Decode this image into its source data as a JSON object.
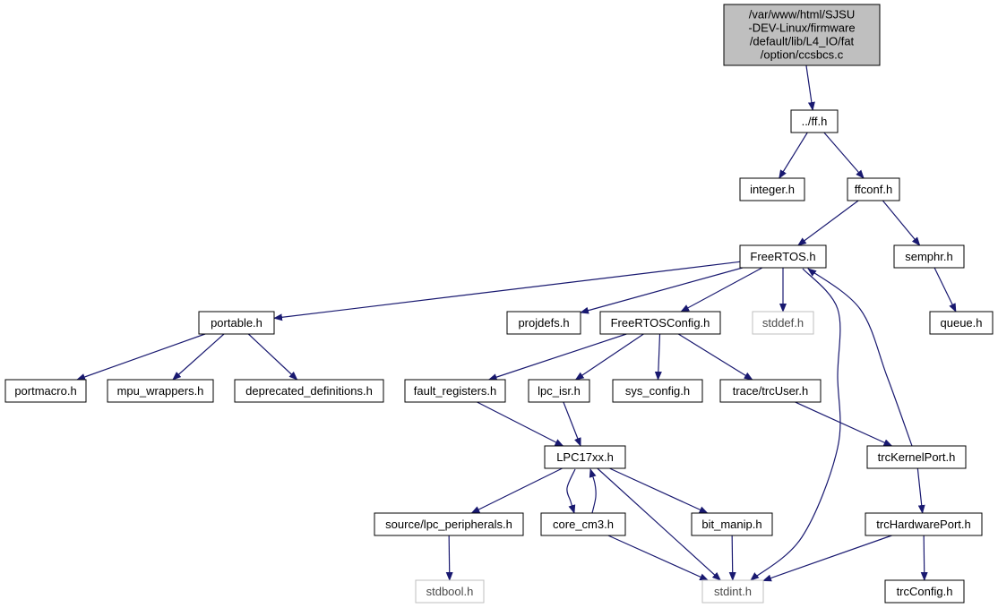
{
  "root_label_lines": [
    "/var/www/html/SJSU",
    "-DEV-Linux/firmware",
    "/default/lib/L4_IO/fat",
    "/option/ccsbcs.c"
  ],
  "colors": {
    "edge": "#191970",
    "node_border": "#000000",
    "root_fill": "#bfbfbf",
    "missing_border": "#bfbfbf",
    "node_fill": "#ffffff"
  },
  "nodes": [
    {
      "id": "root",
      "label": "/var/www/html/SJSU-DEV-Linux/firmware/default/lib/L4_IO/fat/option/ccsbcs.c",
      "kind": "root"
    },
    {
      "id": "ff",
      "label": "../ff.h",
      "kind": "file"
    },
    {
      "id": "integer",
      "label": "integer.h",
      "kind": "file"
    },
    {
      "id": "ffconf",
      "label": "ffconf.h",
      "kind": "file"
    },
    {
      "id": "freertos",
      "label": "FreeRTOS.h",
      "kind": "file"
    },
    {
      "id": "semphr",
      "label": "semphr.h",
      "kind": "file"
    },
    {
      "id": "queue",
      "label": "queue.h",
      "kind": "file"
    },
    {
      "id": "portable",
      "label": "portable.h",
      "kind": "file"
    },
    {
      "id": "projdefs",
      "label": "projdefs.h",
      "kind": "file"
    },
    {
      "id": "freertosconfig",
      "label": "FreeRTOSConfig.h",
      "kind": "file"
    },
    {
      "id": "stddef",
      "label": "stddef.h",
      "kind": "missing"
    },
    {
      "id": "portmacro",
      "label": "portmacro.h",
      "kind": "file"
    },
    {
      "id": "mpu",
      "label": "mpu_wrappers.h",
      "kind": "file"
    },
    {
      "id": "deprecated",
      "label": "deprecated_definitions.h",
      "kind": "file"
    },
    {
      "id": "fault",
      "label": "fault_registers.h",
      "kind": "file"
    },
    {
      "id": "lpcisr",
      "label": "lpc_isr.h",
      "kind": "file"
    },
    {
      "id": "sysconfig",
      "label": "sys_config.h",
      "kind": "file"
    },
    {
      "id": "trcuser",
      "label": "trace/trcUser.h",
      "kind": "file"
    },
    {
      "id": "lpc17xx",
      "label": "LPC17xx.h",
      "kind": "file"
    },
    {
      "id": "trckernel",
      "label": "trcKernelPort.h",
      "kind": "file"
    },
    {
      "id": "srcperiph",
      "label": "source/lpc_peripherals.h",
      "kind": "file"
    },
    {
      "id": "corecm3",
      "label": "core_cm3.h",
      "kind": "file"
    },
    {
      "id": "bitmanip",
      "label": "bit_manip.h",
      "kind": "file"
    },
    {
      "id": "trchw",
      "label": "trcHardwarePort.h",
      "kind": "file"
    },
    {
      "id": "stdbool",
      "label": "stdbool.h",
      "kind": "missing"
    },
    {
      "id": "stdint",
      "label": "stdint.h",
      "kind": "missing"
    },
    {
      "id": "trcconfig",
      "label": "trcConfig.h",
      "kind": "file"
    }
  ],
  "edges": [
    {
      "from": "root",
      "to": "ff"
    },
    {
      "from": "ff",
      "to": "integer"
    },
    {
      "from": "ff",
      "to": "ffconf"
    },
    {
      "from": "ffconf",
      "to": "freertos"
    },
    {
      "from": "ffconf",
      "to": "semphr"
    },
    {
      "from": "semphr",
      "to": "queue"
    },
    {
      "from": "freertos",
      "to": "portable"
    },
    {
      "from": "freertos",
      "to": "projdefs"
    },
    {
      "from": "freertos",
      "to": "freertosconfig"
    },
    {
      "from": "freertos",
      "to": "stddef"
    },
    {
      "from": "freertos",
      "to": "stdint"
    },
    {
      "from": "portable",
      "to": "portmacro"
    },
    {
      "from": "portable",
      "to": "mpu"
    },
    {
      "from": "portable",
      "to": "deprecated"
    },
    {
      "from": "freertosconfig",
      "to": "fault"
    },
    {
      "from": "freertosconfig",
      "to": "lpcisr"
    },
    {
      "from": "freertosconfig",
      "to": "sysconfig"
    },
    {
      "from": "freertosconfig",
      "to": "trcuser"
    },
    {
      "from": "fault",
      "to": "lpc17xx"
    },
    {
      "from": "lpcisr",
      "to": "lpc17xx"
    },
    {
      "from": "trcuser",
      "to": "trckernel"
    },
    {
      "from": "trckernel",
      "to": "freertos"
    },
    {
      "from": "trckernel",
      "to": "trchw"
    },
    {
      "from": "lpc17xx",
      "to": "srcperiph"
    },
    {
      "from": "lpc17xx",
      "to": "corecm3"
    },
    {
      "from": "corecm3",
      "to": "lpc17xx"
    },
    {
      "from": "lpc17xx",
      "to": "bitmanip"
    },
    {
      "from": "lpc17xx",
      "to": "stdint"
    },
    {
      "from": "srcperiph",
      "to": "stdbool"
    },
    {
      "from": "corecm3",
      "to": "stdint"
    },
    {
      "from": "bitmanip",
      "to": "stdint"
    },
    {
      "from": "trchw",
      "to": "stdint"
    },
    {
      "from": "trchw",
      "to": "trcconfig"
    }
  ]
}
